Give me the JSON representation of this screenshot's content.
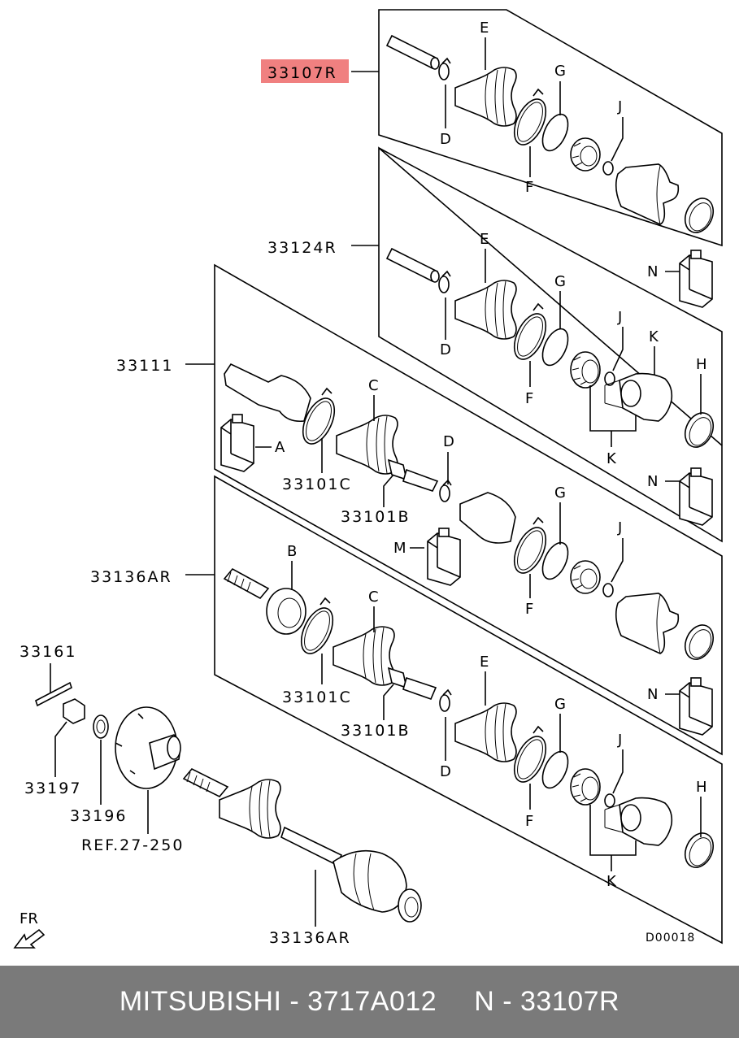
{
  "diagram": {
    "highlight_color": "#f08080",
    "part_numbers": {
      "top_assembly": "33107R",
      "second_assembly": "33124R",
      "third_assembly": "33111",
      "fourth_assembly": "33136AR",
      "ring_c_upper": "33101C",
      "clip_b_upper": "33101B",
      "ring_c_lower": "33101C",
      "clip_b_lower": "33101B",
      "pin": "33161",
      "nut": "33197",
      "washer": "33196",
      "hub_ref": "REF.27-250",
      "full_shaft": "33136AR"
    },
    "letters": {
      "E": "E",
      "D": "D",
      "F": "F",
      "G": "G",
      "J": "J",
      "N": "N",
      "K": "K",
      "H": "H",
      "C": "C",
      "A": "A",
      "M": "M",
      "B": "B"
    },
    "direction_label": "FR",
    "diagram_code": "D00018"
  },
  "footer": {
    "brand": "MITSUBISHI",
    "sep1": "-",
    "part_number": "3717A012",
    "ref_prefix": "N",
    "sep2": "-",
    "ref_number": "33107R"
  }
}
